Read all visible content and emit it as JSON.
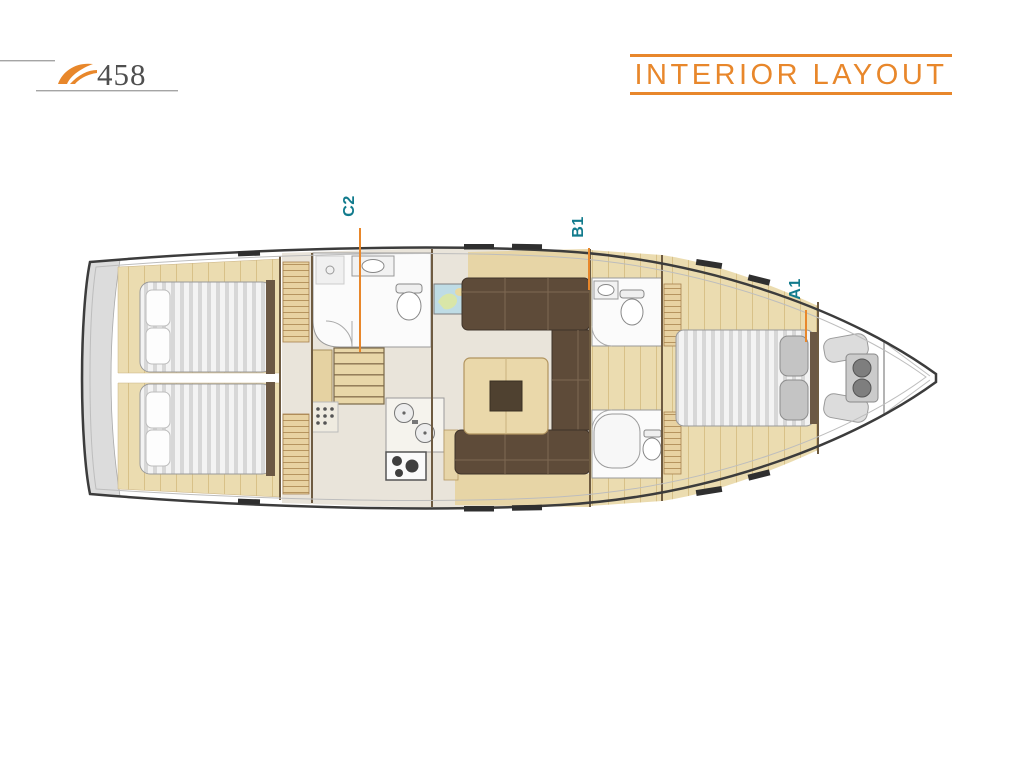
{
  "brand": {
    "model": "458",
    "logo_icon": "hanse-swoosh-icon"
  },
  "header": {
    "title": "INTERIOR LAYOUT"
  },
  "cabin_labels": {
    "c2": "C2",
    "b1": "B1",
    "a1": "A1"
  },
  "colors": {
    "accent_orange": "#E8872B",
    "label_teal": "#127B8D",
    "hull_outline": "#3C3C3C",
    "wood": "#EBDCB0",
    "wood_line": "#D8C188",
    "furniture_dark": "#5E4B39",
    "table_tan": "#EAD8AA",
    "mattress_stripe": "#D7D7D7",
    "stern_gray": "#DCDCDC"
  }
}
